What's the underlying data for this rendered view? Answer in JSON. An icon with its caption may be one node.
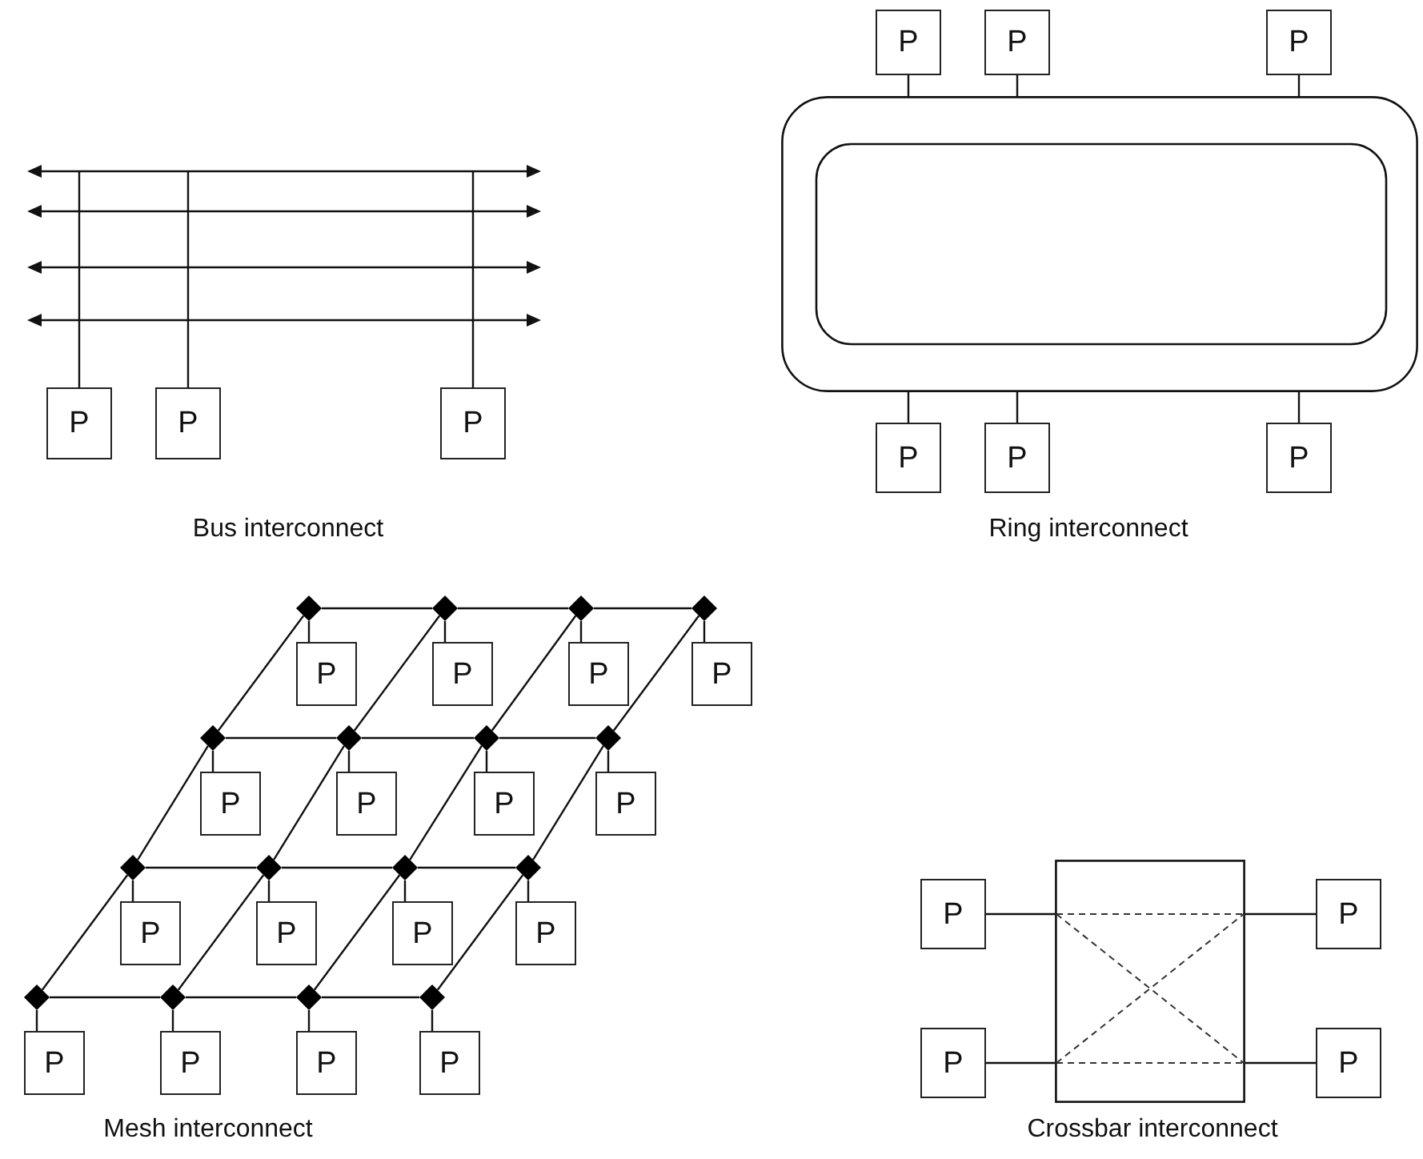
{
  "diagram": {
    "nodes": [
      {
        "text": [],
        "shape": "bar"
      },
      {
        "text": [],
        "shape": "bar"
      },
      {
        "text": [],
        "shape": "bar"
      },
      {
        "text": [],
        "shape": "bar"
      },
      {
        "text": [
          "P"
        ]
      },
      {
        "text": [
          "P"
        ]
      },
      {
        "text": [
          "P"
        ]
      },
      {
        "text": [
          "P"
        ]
      },
      {
        "text": [
          "P"
        ]
      },
      {
        "text": [
          "P"
        ]
      },
      {
        "text": [],
        "shape": "ring"
      },
      {
        "text": [
          "P"
        ]
      },
      {
        "text": [
          "P"
        ]
      },
      {
        "text": [
          "P"
        ]
      },
      {
        "text": [],
        "shape": "diamond"
      },
      {
        "text": [],
        "shape": "diamond"
      },
      {
        "text": [],
        "shape": "diamond"
      },
      {
        "text": [],
        "shape": "diamond"
      },
      {
        "text": [
          "P"
        ]
      },
      {
        "text": [
          "P"
        ]
      },
      {
        "text": [
          "P"
        ]
      },
      {
        "text": [
          "P"
        ]
      },
      {
        "text": [],
        "shape": "diamond"
      },
      {
        "text": [],
        "shape": "diamond"
      },
      {
        "text": [],
        "shape": "diamond"
      },
      {
        "text": [],
        "shape": "diamond"
      },
      {
        "text": [
          "P"
        ]
      },
      {
        "text": [
          "P"
        ]
      },
      {
        "text": [
          "P"
        ]
      },
      {
        "text": [
          "P"
        ]
      },
      {
        "text": [],
        "shape": "diamond"
      },
      {
        "text": [],
        "shape": "diamond"
      },
      {
        "text": [],
        "shape": "diamond"
      },
      {
        "text": [],
        "shape": "diamond"
      },
      {
        "text": [
          "P"
        ]
      },
      {
        "text": [
          "P"
        ]
      },
      {
        "text": [
          "P"
        ]
      },
      {
        "text": [
          "P"
        ]
      },
      {
        "text": [],
        "shape": "diamond"
      },
      {
        "text": [],
        "shape": "diamond"
      },
      {
        "text": [],
        "shape": "diamond"
      },
      {
        "text": [],
        "shape": "diamond"
      },
      {
        "text": [
          "P"
        ]
      },
      {
        "text": [
          "P"
        ]
      },
      {
        "text": [
          "P"
        ]
      },
      {
        "text": [
          "P"
        ]
      },
      {
        "text": [
          "P"
        ]
      },
      {
        "text": [
          "P"
        ]
      },
      {
        "text": [],
        "shape": "box"
      },
      {
        "text": [
          "P"
        ]
      },
      {
        "text": [
          "P"
        ]
      }
    ],
    "edges": [
      {
        "from": 4,
        "to": 0,
        "arrow": "none"
      },
      {
        "from": 5,
        "to": 0,
        "arrow": "none"
      },
      {
        "from": 6,
        "to": 0,
        "arrow": "none"
      },
      {
        "from": 7,
        "to": 10,
        "arrow": "none"
      },
      {
        "from": 8,
        "to": 10,
        "arrow": "none"
      },
      {
        "from": 9,
        "to": 10,
        "arrow": "none"
      },
      {
        "from": 11,
        "to": 10,
        "arrow": "none"
      },
      {
        "from": 12,
        "to": 10,
        "arrow": "none"
      },
      {
        "from": 13,
        "to": 10,
        "arrow": "none"
      },
      {
        "from": 14,
        "to": 15,
        "arrow": "none"
      },
      {
        "from": 15,
        "to": 16,
        "arrow": "none"
      },
      {
        "from": 16,
        "to": 17,
        "arrow": "none"
      },
      {
        "from": 22,
        "to": 23,
        "arrow": "none"
      },
      {
        "from": 23,
        "to": 24,
        "arrow": "none"
      },
      {
        "from": 24,
        "to": 25,
        "arrow": "none"
      },
      {
        "from": 30,
        "to": 31,
        "arrow": "none"
      },
      {
        "from": 31,
        "to": 32,
        "arrow": "none"
      },
      {
        "from": 32,
        "to": 33,
        "arrow": "none"
      },
      {
        "from": 38,
        "to": 39,
        "arrow": "none"
      },
      {
        "from": 39,
        "to": 40,
        "arrow": "none"
      },
      {
        "from": 40,
        "to": 41,
        "arrow": "none"
      },
      {
        "from": 14,
        "to": 22,
        "arrow": "none"
      },
      {
        "from": 15,
        "to": 23,
        "arrow": "none"
      },
      {
        "from": 16,
        "to": 24,
        "arrow": "none"
      },
      {
        "from": 17,
        "to": 25,
        "arrow": "none"
      },
      {
        "from": 22,
        "to": 30,
        "arrow": "none"
      },
      {
        "from": 23,
        "to": 31,
        "arrow": "none"
      },
      {
        "from": 24,
        "to": 32,
        "arrow": "none"
      },
      {
        "from": 25,
        "to": 33,
        "arrow": "none"
      },
      {
        "from": 30,
        "to": 38,
        "arrow": "none"
      },
      {
        "from": 31,
        "to": 39,
        "arrow": "none"
      },
      {
        "from": 32,
        "to": 40,
        "arrow": "none"
      },
      {
        "from": 33,
        "to": 41,
        "arrow": "none"
      },
      {
        "from": 14,
        "to": 18,
        "arrow": "none"
      },
      {
        "from": 15,
        "to": 19,
        "arrow": "none"
      },
      {
        "from": 16,
        "to": 20,
        "arrow": "none"
      },
      {
        "from": 17,
        "to": 21,
        "arrow": "none"
      },
      {
        "from": 22,
        "to": 26,
        "arrow": "none"
      },
      {
        "from": 23,
        "to": 27,
        "arrow": "none"
      },
      {
        "from": 24,
        "to": 28,
        "arrow": "none"
      },
      {
        "from": 25,
        "to": 29,
        "arrow": "none"
      },
      {
        "from": 30,
        "to": 34,
        "arrow": "none"
      },
      {
        "from": 31,
        "to": 35,
        "arrow": "none"
      },
      {
        "from": 32,
        "to": 36,
        "arrow": "none"
      },
      {
        "from": 33,
        "to": 37,
        "arrow": "none"
      },
      {
        "from": 38,
        "to": 42,
        "arrow": "none"
      },
      {
        "from": 39,
        "to": 43,
        "arrow": "none"
      },
      {
        "from": 40,
        "to": 44,
        "arrow": "none"
      },
      {
        "from": 41,
        "to": 45,
        "arrow": "none"
      },
      {
        "from": 46,
        "to": 48,
        "arrow": "none"
      },
      {
        "from": 47,
        "to": 48,
        "arrow": "none"
      },
      {
        "from": 48,
        "to": 49,
        "arrow": "none"
      },
      {
        "from": 48,
        "to": 50,
        "arrow": "none"
      }
    ],
    "labels": [
      "Bus interconnect",
      "Ring interconnect",
      "Mesh interconnect",
      "Crossbar interconnect"
    ]
  }
}
